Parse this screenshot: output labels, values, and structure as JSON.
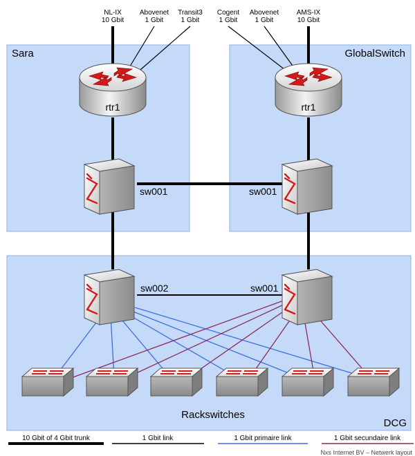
{
  "uplinks": [
    {
      "name": "NL-IX",
      "speed": "10 Gbit"
    },
    {
      "name": "Abovenet",
      "speed": "1 Gbit"
    },
    {
      "name": "Transit3",
      "speed": "1 Gbit"
    },
    {
      "name": "Cogent",
      "speed": "1 Gbit"
    },
    {
      "name": "Abovenet",
      "speed": "1 Gbit"
    },
    {
      "name": "AMS-IX",
      "speed": "10 Gbit"
    }
  ],
  "zones": {
    "sara": "Sara",
    "globalswitch": "GlobalSwitch",
    "dcg": "DCG"
  },
  "devices": {
    "sara_router": "rtr1",
    "gs_router": "rtr1",
    "sara_switch": "sw001",
    "gs_switch": "sw001",
    "dcg_sw002": "sw002",
    "dcg_sw001": "sw001"
  },
  "rackswitches_label": "Rackswitches",
  "legend": [
    {
      "label": "10 Gbit of 4 Gbit trunk",
      "color": "#000000",
      "style": "thick"
    },
    {
      "label": "1 Gbit link",
      "color": "#000000",
      "style": "thin"
    },
    {
      "label": "1 Gbit primaire link",
      "color": "#3a6fe0",
      "style": "thin"
    },
    {
      "label": "1 Gbit secundaire link",
      "color": "#8a2a5a",
      "style": "thin"
    }
  ],
  "footer": "Nxs Internet BV – Netwerk layout",
  "colors": {
    "zone_fill": "#c5d9f8",
    "zone_border": "#8fb1e6",
    "primary_link": "#3a6fe0",
    "secondary_link": "#8a2a5a",
    "arrow": "#d11a1a"
  }
}
